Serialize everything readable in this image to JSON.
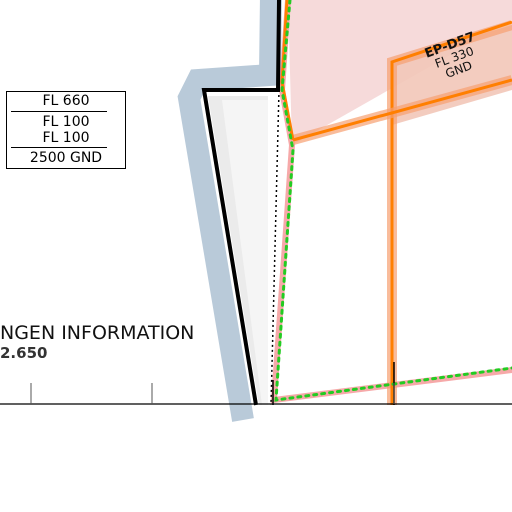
{
  "airspace_box": {
    "upper_limit": "FL 660",
    "lines": [
      "FL 100",
      "FL 100"
    ],
    "lower_limit": "2500 GND"
  },
  "fis": {
    "name_partial": "NGEN INFORMATION",
    "frequency_partial": "2.650"
  },
  "restricted_area": {
    "id": "EP-D57",
    "upper": "FL 330",
    "lower": "GND"
  },
  "colors": {
    "border_buffer": "#b9cad9",
    "boundary_line": "#000000",
    "restricted_fill": "#f4d3d3",
    "restricted_edge": "#f08a8a",
    "danger_orange": "#ff7f00",
    "route_green": "#22cc22"
  }
}
